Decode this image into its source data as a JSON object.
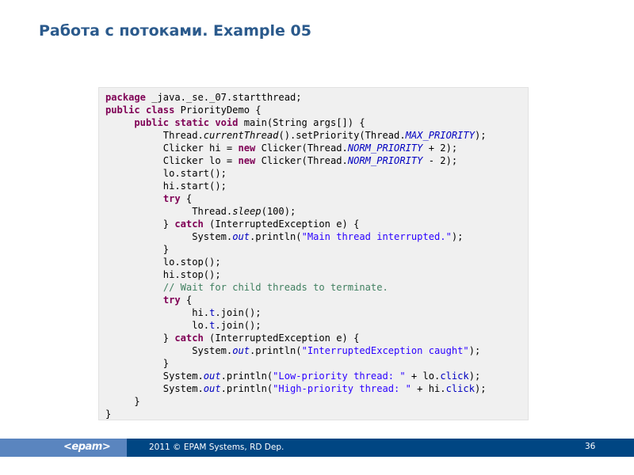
{
  "slide": {
    "title": "Работа с потоками. Example 05",
    "colors": {
      "title": "#2b5a8c",
      "code_background": "#f0f0f0",
      "keyword": "#7f0055",
      "string": "#2a00ff",
      "static_field": "#0000c0",
      "comment": "#3f7f5f",
      "footer_dark": "#004683",
      "footer_light": "#5a85bf"
    }
  },
  "code": {
    "language": "java",
    "lines": [
      [
        {
          "t": "kw",
          "v": "package"
        },
        {
          "t": "plain",
          "v": " _java._se._07.startthread;"
        }
      ],
      [
        {
          "t": "kw",
          "v": "public"
        },
        {
          "t": "plain",
          "v": " "
        },
        {
          "t": "kw",
          "v": "class"
        },
        {
          "t": "plain",
          "v": " PriorityDemo {"
        }
      ],
      [
        {
          "t": "plain",
          "v": "     "
        },
        {
          "t": "kw",
          "v": "public"
        },
        {
          "t": "plain",
          "v": " "
        },
        {
          "t": "kw",
          "v": "static"
        },
        {
          "t": "plain",
          "v": " "
        },
        {
          "t": "kw",
          "v": "void"
        },
        {
          "t": "plain",
          "v": " main(String args[]) {"
        }
      ],
      [
        {
          "t": "plain",
          "v": "          Thread."
        },
        {
          "t": "ital",
          "v": "currentThread"
        },
        {
          "t": "plain",
          "v": "().setPriority(Thread."
        },
        {
          "t": "field",
          "v": "MAX_PRIORITY"
        },
        {
          "t": "plain",
          "v": ");"
        }
      ],
      [
        {
          "t": "plain",
          "v": "          Clicker hi = "
        },
        {
          "t": "kw",
          "v": "new"
        },
        {
          "t": "plain",
          "v": " Clicker(Thread."
        },
        {
          "t": "field",
          "v": "NORM_PRIORITY"
        },
        {
          "t": "plain",
          "v": " + 2);"
        }
      ],
      [
        {
          "t": "plain",
          "v": "          Clicker lo = "
        },
        {
          "t": "kw",
          "v": "new"
        },
        {
          "t": "plain",
          "v": " Clicker(Thread."
        },
        {
          "t": "field",
          "v": "NORM_PRIORITY"
        },
        {
          "t": "plain",
          "v": " - 2);"
        }
      ],
      [
        {
          "t": "plain",
          "v": "          lo.start();"
        }
      ],
      [
        {
          "t": "plain",
          "v": "          hi.start();"
        }
      ],
      [
        {
          "t": "plain",
          "v": "          "
        },
        {
          "t": "kw",
          "v": "try"
        },
        {
          "t": "plain",
          "v": " {"
        }
      ],
      [
        {
          "t": "plain",
          "v": "               Thread."
        },
        {
          "t": "ital",
          "v": "sleep"
        },
        {
          "t": "plain",
          "v": "(100);"
        }
      ],
      [
        {
          "t": "plain",
          "v": "          } "
        },
        {
          "t": "kw",
          "v": "catch"
        },
        {
          "t": "plain",
          "v": " (InterruptedException e) {"
        }
      ],
      [
        {
          "t": "plain",
          "v": "               System."
        },
        {
          "t": "field",
          "v": "out"
        },
        {
          "t": "plain",
          "v": ".println("
        },
        {
          "t": "str",
          "v": "\"Main thread interrupted.\""
        },
        {
          "t": "plain",
          "v": ");"
        }
      ],
      [
        {
          "t": "plain",
          "v": "          }"
        }
      ],
      [
        {
          "t": "plain",
          "v": "          lo.stop();"
        }
      ],
      [
        {
          "t": "plain",
          "v": "          hi.stop();"
        }
      ],
      [
        {
          "t": "plain",
          "v": "          "
        },
        {
          "t": "comment",
          "v": "// Wait for child threads to terminate."
        }
      ],
      [
        {
          "t": "plain",
          "v": "          "
        },
        {
          "t": "kw",
          "v": "try"
        },
        {
          "t": "plain",
          "v": " {"
        }
      ],
      [
        {
          "t": "plain",
          "v": "               hi."
        },
        {
          "t": "member",
          "v": "t"
        },
        {
          "t": "plain",
          "v": ".join();"
        }
      ],
      [
        {
          "t": "plain",
          "v": "               lo."
        },
        {
          "t": "member",
          "v": "t"
        },
        {
          "t": "plain",
          "v": ".join();"
        }
      ],
      [
        {
          "t": "plain",
          "v": "          } "
        },
        {
          "t": "kw",
          "v": "catch"
        },
        {
          "t": "plain",
          "v": " (InterruptedException e) {"
        }
      ],
      [
        {
          "t": "plain",
          "v": "               System."
        },
        {
          "t": "field",
          "v": "out"
        },
        {
          "t": "plain",
          "v": ".println("
        },
        {
          "t": "str",
          "v": "\"InterruptedException caught\""
        },
        {
          "t": "plain",
          "v": ");"
        }
      ],
      [
        {
          "t": "plain",
          "v": "          }"
        }
      ],
      [
        {
          "t": "plain",
          "v": "          System."
        },
        {
          "t": "field",
          "v": "out"
        },
        {
          "t": "plain",
          "v": ".println("
        },
        {
          "t": "str",
          "v": "\"Low-priority thread: \""
        },
        {
          "t": "plain",
          "v": " + lo."
        },
        {
          "t": "member",
          "v": "click"
        },
        {
          "t": "plain",
          "v": ");"
        }
      ],
      [
        {
          "t": "plain",
          "v": "          System."
        },
        {
          "t": "field",
          "v": "out"
        },
        {
          "t": "plain",
          "v": ".println("
        },
        {
          "t": "str",
          "v": "\"High-priority thread: \""
        },
        {
          "t": "plain",
          "v": " + hi."
        },
        {
          "t": "member",
          "v": "click"
        },
        {
          "t": "plain",
          "v": ");"
        }
      ],
      [
        {
          "t": "plain",
          "v": "     }"
        }
      ],
      [
        {
          "t": "plain",
          "v": "}"
        }
      ]
    ]
  },
  "footer": {
    "logo": "<epam>",
    "copyright": "2011 © EPAM Systems, RD Dep.",
    "page_number": "36"
  }
}
